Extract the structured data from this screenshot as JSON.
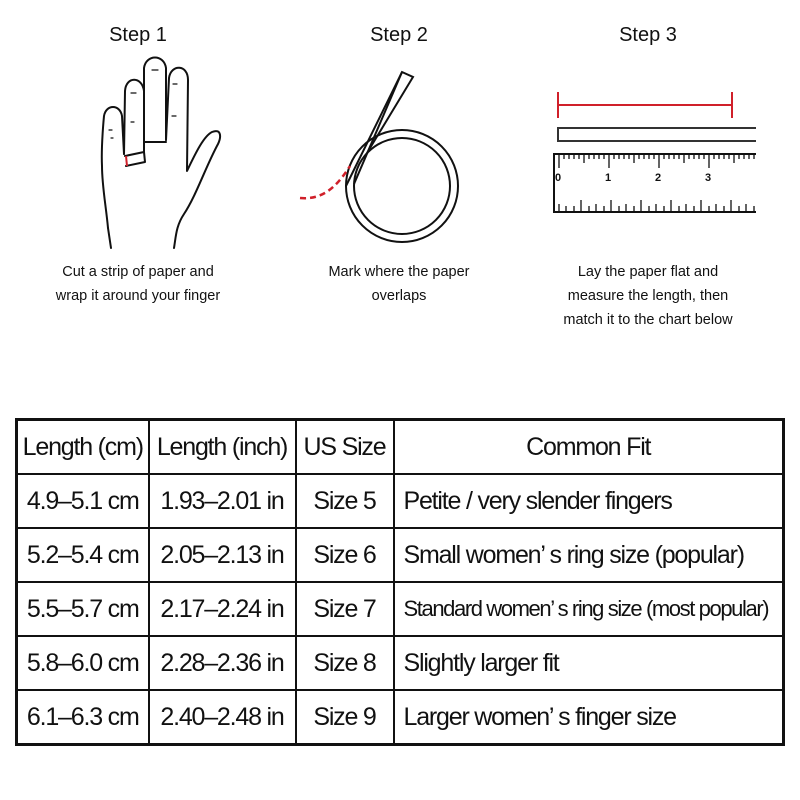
{
  "steps": [
    {
      "title": "Step 1",
      "lines": [
        "Cut a strip of paper and",
        "wrap it around your finger"
      ],
      "icon": "hand-wrap-icon"
    },
    {
      "title": "Step 2",
      "lines": [
        "Mark where the paper",
        "overlaps"
      ],
      "icon": "paper-loop-icon"
    },
    {
      "title": "Step 3",
      "lines": [
        "Lay the paper flat and",
        "measure the length, then",
        "match it to the chart below"
      ],
      "icon": "ruler-measure-icon"
    }
  ],
  "ruler": {
    "labels": [
      "0",
      "1",
      "2",
      "3"
    ]
  },
  "colors": {
    "accent_red": "#d0202a",
    "line": "#111111"
  },
  "table": {
    "headers": [
      "Length (cm)",
      "Length (inch)",
      "US Size",
      "Common Fit"
    ],
    "rows": [
      [
        "4.9–5.1 cm",
        "1.93–2.01 in",
        "Size 5",
        "Petite / very slender fingers"
      ],
      [
        "5.2–5.4 cm",
        "2.05–2.13 in",
        "Size 6",
        "Small women’ s ring size (popular)"
      ],
      [
        "5.5–5.7 cm",
        "2.17–2.24 in",
        "Size 7",
        "Standard women’ s ring size (most popular)"
      ],
      [
        "5.8–6.0 cm",
        "2.28–2.36 in",
        "Size 8",
        "Slightly larger fit"
      ],
      [
        "6.1–6.3 cm",
        "2.40–2.48 in",
        "Size 9",
        "Larger women’ s finger size"
      ]
    ]
  }
}
